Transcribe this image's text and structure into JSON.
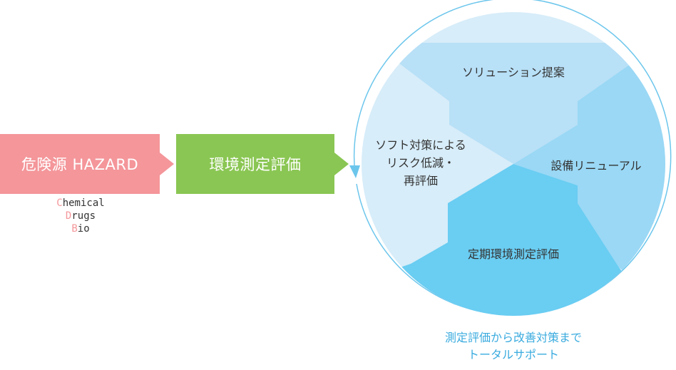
{
  "flow": {
    "hazard_label": "危険源 HAZARD",
    "measure_label": "環境測定評価"
  },
  "hazard_types": [
    {
      "initial": "C",
      "rest": "hemical"
    },
    {
      "initial": "D",
      "rest": "rugs"
    },
    {
      "initial": "B",
      "rest": "io"
    }
  ],
  "cycle": {
    "top": "ソリューション提案",
    "right": "設備リニューアル",
    "bottom": "定期環境測定評価",
    "left_lines": [
      "ソフト対策による",
      "リスク低減・",
      "再評価"
    ]
  },
  "caption_lines": [
    "測定評価から改善対策まで",
    "トータルサポート"
  ],
  "colors": {
    "hazard": "#f4969a",
    "measure": "#8ac653",
    "segment_top": "#b8e0f7",
    "segment_right": "#9ad8f5",
    "segment_bottom": "#6acdf2",
    "segment_left": "#d7edf9",
    "ring": "#6cc6ec",
    "caption": "#3aabdf"
  }
}
